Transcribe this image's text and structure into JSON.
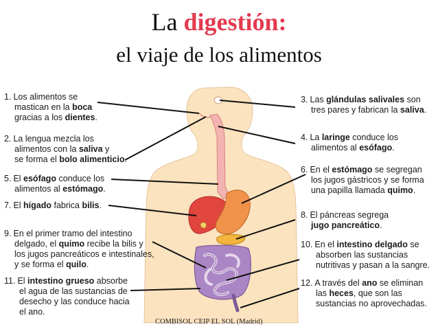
{
  "title": {
    "prefix": "La ",
    "accent": "digestión:",
    "subtitle": "el viaje de los alimentos"
  },
  "labels": {
    "l1": {
      "num": "1.",
      "a": "Los alimentos se",
      "b": "mastican en la ",
      "b_bold": "boca",
      "c": "gracias a los ",
      "c_bold": "dientes",
      "c_end": "."
    },
    "l2": {
      "num": "2.",
      "a": "La lengua mezcla los",
      "b": "alimentos con la ",
      "b_bold": "saliva",
      "b_end": " y",
      "c": "se forma el ",
      "c_bold": "bolo alimenticio",
      "c_end": "."
    },
    "l3": {
      "num": "3.",
      "a": "Las ",
      "a_bold": "glándulas salivales",
      "a_end": " son",
      "b": "tres pares y fabrican la ",
      "b_bold": "saliva",
      "b_end": "."
    },
    "l4": {
      "num": "4.",
      "a": "La ",
      "a_bold": "laringe",
      "a_end": " conduce los",
      "b": "alimentos al ",
      "b_bold": "esófago",
      "b_end": "."
    },
    "l5": {
      "num": "5.",
      "a": "El ",
      "a_bold": "esófago",
      "a_end": " conduce los",
      "b": "alimentos al ",
      "b_bold": "estómago",
      "b_end": "."
    },
    "l6": {
      "num": "6.",
      "a": "En el ",
      "a_bold": "estómago",
      "a_end": " se segregan",
      "b": "los jugos gástricos y se forma",
      "c": "una papilla llamada ",
      "c_bold": "quimo",
      "c_end": "."
    },
    "l7": {
      "num": "7.",
      "a": "El ",
      "a_bold": "hígado",
      "a_end": " fabrica ",
      "a_bold2": "bilis",
      "a_end2": "."
    },
    "l8": {
      "num": "8.",
      "a": "El páncreas segrega",
      "b_bold": "jugo pancreático",
      "b_end": "."
    },
    "l9": {
      "num": "9.",
      "a": "En el primer tramo del intestino",
      "b": "delgado, el ",
      "b_bold": "quimo",
      "b_end": " recibe la bilis y",
      "c": "los jugos pancreáticos e intestinales,",
      "d": "y se forma el ",
      "d_bold": "quilo",
      "d_end": "."
    },
    "l10": {
      "num": "10.",
      "a": "En el ",
      "a_bold": "intestino delgado",
      "a_end": " se",
      "b": "absorben las sustancias",
      "c": "nutritivas y pasan a la sangre."
    },
    "l11": {
      "num": "11.",
      "a": "El ",
      "a_bold": "intestino grueso",
      "a_end": " absorbe",
      "b": "el agua de las sustancias de",
      "c": "desecho y las conduce hacia",
      "d": "el ano."
    },
    "l12": {
      "num": "12.",
      "a": "A través del ",
      "a_bold": "ano",
      "a_end": " se eliminan",
      "b": "las ",
      "b_bold": "heces",
      "b_end": ", que son las",
      "c": "sustancias no aprovechadas."
    }
  },
  "footer": "COMBISOL CEIP EL SOL (Madrid)",
  "colors": {
    "accent": "#e53a4f",
    "skin": "#fbe3bf",
    "esophagus": "#f3b3b1",
    "liver": "#e0453e",
    "stomach": "#f0924a",
    "pancreas": "#f3b53d",
    "small_intestine": "#c6a6d4",
    "large_intestine": "#ab86c4"
  }
}
